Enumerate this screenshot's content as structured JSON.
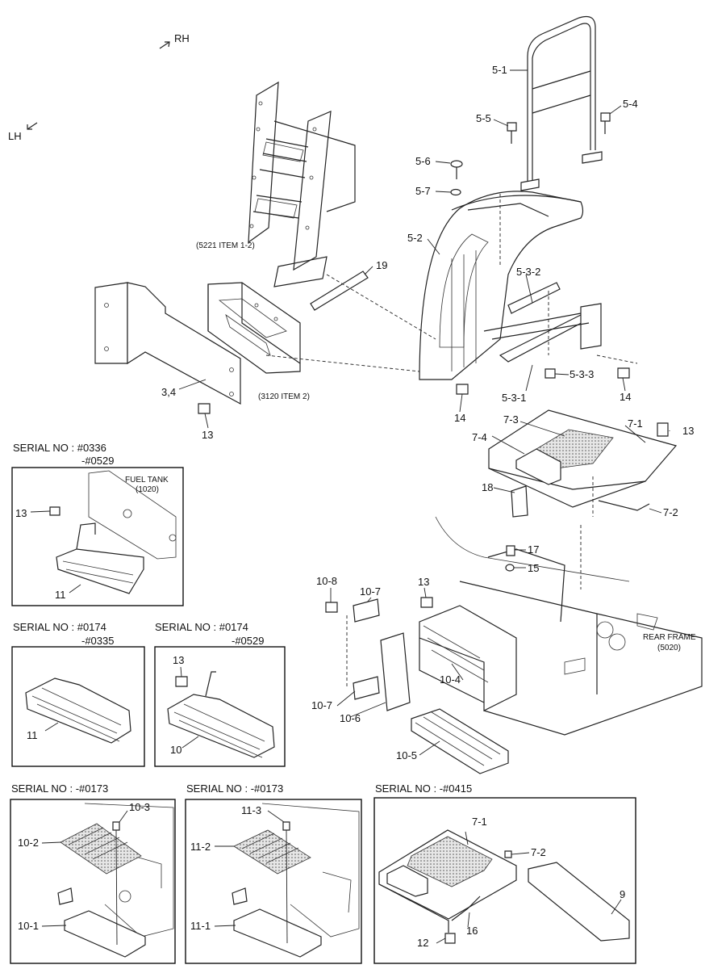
{
  "directions": {
    "rh": "RH",
    "lh": "LH"
  },
  "notes": {
    "n5221": "(5221 ITEM 1-2)",
    "n3120": "(3120 ITEM 2)",
    "fuel_tank_1": "FUEL TANK",
    "fuel_tank_2": "(1020)",
    "rear_frame_1": "REAR FRAME",
    "rear_frame_2": "(5020)"
  },
  "main_labels": {
    "p5_1": "5-1",
    "p5_4": "5-4",
    "p5_5": "5-5",
    "p5_6": "5-6",
    "p5_7": "5-7",
    "p5_2": "5-2",
    "p5_3_2": "5-3-2",
    "p5_3_3": "5-3-3",
    "p5_3_1": "5-3-1",
    "p14a": "14",
    "p14b": "14",
    "p19": "19",
    "p3_4": "3,4",
    "p13a": "13",
    "p7_3": "7-3",
    "p7_1": "7-1",
    "p13b": "13",
    "p7_4": "7-4",
    "p18": "18",
    "p7_2": "7-2",
    "p17": "17",
    "p15": "15",
    "p10_8": "10-8",
    "p10_7a": "10-7",
    "p13c": "13",
    "p10_7b": "10-7",
    "p10_6": "10-6",
    "p10_4": "10-4",
    "p10_5": "10-5"
  },
  "insets": {
    "a": {
      "serial_1": "SERIAL NO : #0336",
      "serial_2": "-#0529",
      "p13": "13",
      "p11": "11"
    },
    "b": {
      "serial_1": "SERIAL NO : #0174",
      "serial_2": "-#0335",
      "p11": "11"
    },
    "c": {
      "serial_1": "SERIAL NO : #0174",
      "serial_2": "-#0529",
      "p13": "13",
      "p10": "10"
    },
    "d": {
      "serial_1": "SERIAL NO : -#0173",
      "p10_3": "10-3",
      "p10_2": "10-2",
      "p10_1": "10-1"
    },
    "e": {
      "serial_1": "SERIAL NO : -#0173",
      "p11_3": "11-3",
      "p11_2": "11-2",
      "p11_1": "11-1"
    },
    "f": {
      "serial_1": "SERIAL NO : -#0415",
      "p7_1": "7-1",
      "p7_2": "7-2",
      "p9": "9",
      "p12": "12",
      "p16": "16"
    }
  }
}
